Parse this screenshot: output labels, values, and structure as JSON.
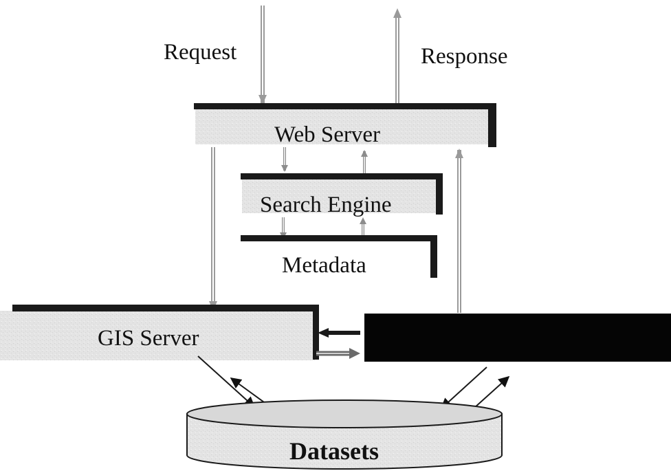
{
  "labels": {
    "request": "Request",
    "response": "Response",
    "web_server": "Web Server",
    "search_engine": "Search Engine",
    "metadata": "Metadata",
    "gis_server": "GIS Server",
    "datasets": "Datasets"
  },
  "colors": {
    "box_fill": "#e3e3e3",
    "box_edge": "#1a1a1a",
    "dark_block": "#050505",
    "arrow": "#8c8c8c",
    "text": "#111111"
  }
}
